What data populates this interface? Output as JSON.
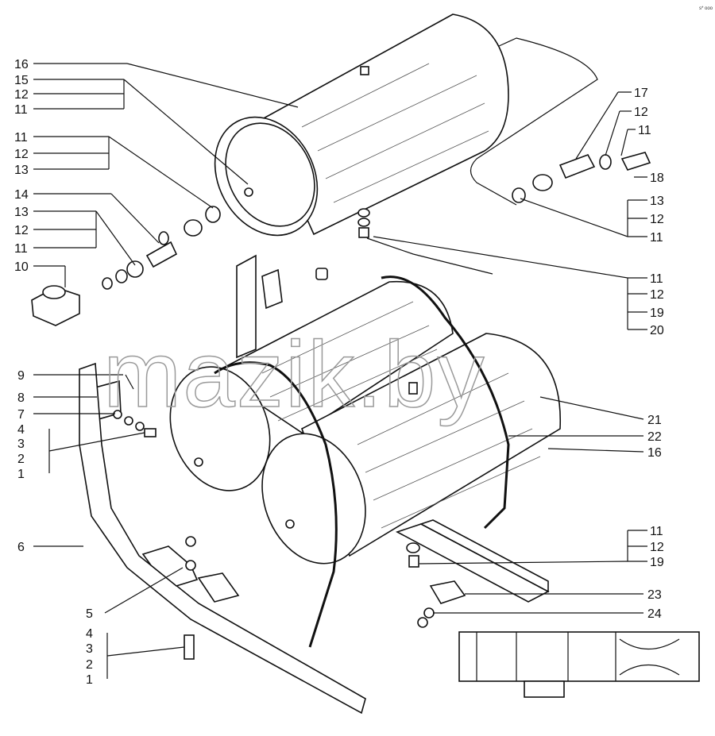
{
  "watermark": "mazik.by",
  "corner_mark": "s* ooo",
  "callouts": {
    "left_top": [
      "16",
      "15",
      "12",
      "11"
    ],
    "left_group_b": [
      "11",
      "12",
      "13"
    ],
    "left_group_c": [
      "14",
      "13",
      "12",
      "11"
    ],
    "part_10": "10",
    "right_top": [
      "17",
      "12",
      "11",
      "18"
    ],
    "right_group_b": [
      "13",
      "12",
      "11"
    ],
    "right_group_c": [
      "11",
      "12",
      "19",
      "20"
    ],
    "left_mid": [
      "9",
      "8",
      "7"
    ],
    "left_bracket_a": [
      "4",
      "3",
      "2",
      "1"
    ],
    "part_6": "6",
    "part_5": "5",
    "left_bracket_b": [
      "4",
      "3",
      "2",
      "1"
    ],
    "right_mid": [
      "21",
      "22",
      "16"
    ],
    "right_group_d": [
      "11",
      "12",
      "19"
    ],
    "part_23": "23",
    "part_24": "24"
  }
}
